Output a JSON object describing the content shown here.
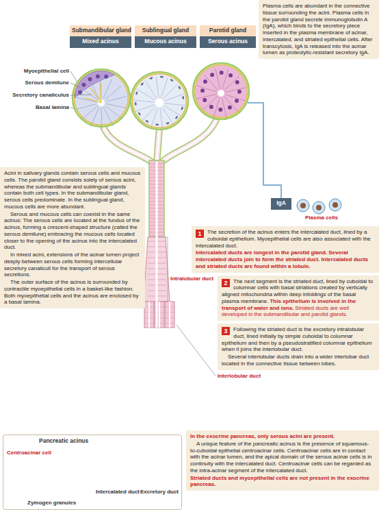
{
  "diagram": {
    "nodes": [
      {
        "text": [
          "Submandibular gland"
        ]
      },
      {
        "text": [
          "Mixed acinus"
        ]
      },
      {
        "text": [
          "Sublingual gland"
        ]
      },
      {
        "text": [
          "Mucous acinus"
        ]
      },
      {
        "text": [
          "Parotid gland"
        ]
      },
      {
        "text": [
          "Serous acinus"
        ]
      },
      {
        "text": [
          "Plasma cells are abundant in the connective tissue surrounding the acini. Plasma cells in the parotid gland secrete immunoglobulin A (IgA), which binds to the secretory piece inserted in the plasma membrane of acinar, intercalated, and striated epithelial cells. After transcytosis, IgA is released into the acinar lumen as proteolytic-resistant secretory IgA."
        ]
      },
      {
        "text": [
          "IgA"
        ]
      },
      {
        "text": [
          "Acini in salivary glands contain serous cells and mucous cells. The parotid gland consists solely of serous acini, whereas the submandibular and sublingual glands contain both cell types. In the submandibular gland, serous cells predominate. In the sublingual gland, mucous cells are more abundant.",
          "Serous and mucous cells can coexist in the same acinus: The serous cells are located at the fundus of the acinus, forming a crescent-shaped structure (called the serous demilune) embracing the mucous cells located closer to the opening of the acinus into the intercalated duct.",
          "In mixed acini, extensions of the acinar lumen project deeply between serous cells forming intercellular secretory canaliculi for the transport of serous secretions.",
          "The outer surface of the acinus is surrounded by contractile myoepithelial cells in a basket-like fashion. Both myoepithelial cells and the acinus are enclosed by a basal lamina."
        ]
      },
      {
        "text": [
          "1",
          "The secretion of the acinus enters the intercalated duct, lined by a cuboidal epithelium. Myoepithelial cells are also associated with the intercalated duct.",
          "Intercalated ducts are longest in the parotid gland. Several intercalated ducts join to form the striated duct. Intercalated ducts and striated ducts are found within a lobule."
        ]
      },
      {
        "text": [
          "2",
          "The next segment is the striated duct, lined by cuboidal to columnar cells with basal striations created by vertically aligned mitochondria within deep infoldings of the basal plasma membrane.",
          "This epithelium is involved in the transport of water and ions.",
          "Striated ducts are well developed in the submandibular and parotid glands."
        ]
      },
      {
        "text": [
          "3",
          "Following the striated duct is the excretory intralobular duct, lined initially by simple cuboidal to columnar epithelium and then by a pseudostratified columnar epithelium when it joins the interlobular duct.",
          "Several interlobular ducts drain into a wider interlobar duct located in the connective tissue between lobes."
        ]
      },
      {
        "text": [
          "Pancreatic acinus"
        ]
      },
      {
        "text": [
          "In the exocrine pancreas, only serous acini are present.",
          "A unique feature of the pancreatic acinus is the presence of squamous-to-cuboidal epithelial centroacinar cells. Centroacinar cells are in contact with the acinar lumen, and the apical domain of the serous acinar cells is in continuity with the intercalated duct. Centroacinar cells can be regarded as the intra-acinar segment of the intercalated duct.",
          "Striated ducts and myoepithelial cells are not present in the exocrine pancreas."
        ]
      }
    ],
    "labels": [
      "Myoepithelial cell",
      "Serous demilune",
      "Secretory canaliculus",
      "Basal lamina",
      "Plasma cells",
      "Intralobular duct",
      "Interlobular duct",
      "Centroacinar cell",
      "Zymogen granules",
      "Intercalated duct",
      "Excretory duct"
    ]
  }
}
